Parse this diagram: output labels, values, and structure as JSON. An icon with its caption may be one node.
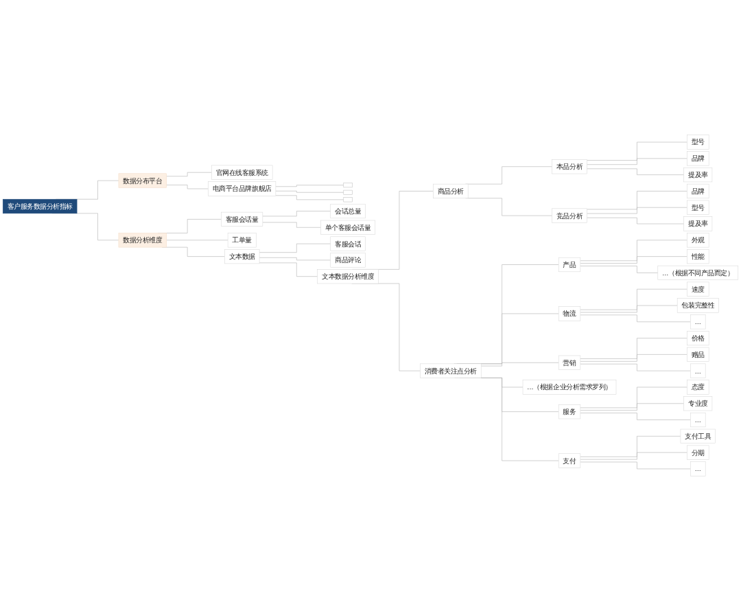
{
  "diagram": {
    "nodes": [
      {
        "text": [
          "客户服务数据分析指标"
        ]
      },
      {
        "text": [
          "数据分布平台"
        ]
      },
      {
        "text": [
          "官网在线客服系统"
        ]
      },
      {
        "text": [
          "电商平台品牌旗舰店"
        ]
      },
      {
        "text": [],
        "shape": "bar"
      },
      {
        "text": [],
        "shape": "bar"
      },
      {
        "text": [],
        "shape": "bar"
      },
      {
        "text": [
          "数据分析维度"
        ]
      },
      {
        "text": [
          "客服会话量"
        ]
      },
      {
        "text": [
          "会话总量"
        ]
      },
      {
        "text": [
          "单个客服会话量"
        ]
      },
      {
        "text": [
          "工单量"
        ]
      },
      {
        "text": [
          "文本数据"
        ]
      },
      {
        "text": [
          "客服会话"
        ]
      },
      {
        "text": [
          "商品评论"
        ]
      },
      {
        "text": [
          "文本数据分析维度"
        ]
      },
      {
        "text": [
          "商品分析"
        ]
      },
      {
        "text": [
          "本品分析"
        ]
      },
      {
        "text": [
          "型号"
        ]
      },
      {
        "text": [
          "品牌"
        ]
      },
      {
        "text": [
          "提及率"
        ]
      },
      {
        "text": [
          "竞品分析"
        ]
      },
      {
        "text": [
          "品牌"
        ]
      },
      {
        "text": [
          "型号"
        ]
      },
      {
        "text": [
          "提及率"
        ]
      },
      {
        "text": [
          "消费者关注点分析"
        ]
      },
      {
        "text": [
          "产品"
        ]
      },
      {
        "text": [
          "外观"
        ]
      },
      {
        "text": [
          "性能"
        ]
      },
      {
        "text": [
          "...（根据不同产品而定）"
        ]
      },
      {
        "text": [
          "物流"
        ]
      },
      {
        "text": [
          "速度"
        ]
      },
      {
        "text": [
          "包装完整性"
        ]
      },
      {
        "text": [
          "..."
        ]
      },
      {
        "text": [
          "营销"
        ]
      },
      {
        "text": [
          "价格"
        ]
      },
      {
        "text": [
          "赠品"
        ]
      },
      {
        "text": [
          "..."
        ]
      },
      {
        "text": [
          "服务"
        ]
      },
      {
        "text": [
          "态度"
        ]
      },
      {
        "text": [
          "专业度"
        ]
      },
      {
        "text": [
          "..."
        ]
      },
      {
        "text": [
          "支付"
        ]
      },
      {
        "text": [
          "支付工具"
        ]
      },
      {
        "text": [
          "分期"
        ]
      },
      {
        "text": [
          "..."
        ]
      },
      {
        "text": [
          "...（根据企业分析需求罗列）"
        ]
      }
    ],
    "edges": [
      {
        "from": 0,
        "to": 1,
        "arrow": "none"
      },
      {
        "from": 1,
        "to": 2,
        "arrow": "none"
      },
      {
        "from": 1,
        "to": 3,
        "arrow": "none"
      },
      {
        "from": 3,
        "to": 4,
        "arrow": "none"
      },
      {
        "from": 3,
        "to": 5,
        "arrow": "none"
      },
      {
        "from": 3,
        "to": 6,
        "arrow": "none"
      },
      {
        "from": 0,
        "to": 7,
        "arrow": "none"
      },
      {
        "from": 7,
        "to": 8,
        "arrow": "none"
      },
      {
        "from": 8,
        "to": 9,
        "arrow": "none"
      },
      {
        "from": 8,
        "to": 10,
        "arrow": "none"
      },
      {
        "from": 7,
        "to": 11,
        "arrow": "none"
      },
      {
        "from": 7,
        "to": 12,
        "arrow": "none"
      },
      {
        "from": 12,
        "to": 13,
        "arrow": "none"
      },
      {
        "from": 12,
        "to": 14,
        "arrow": "none"
      },
      {
        "from": 12,
        "to": 15,
        "arrow": "none"
      },
      {
        "from": 15,
        "to": 16,
        "arrow": "none"
      },
      {
        "from": 16,
        "to": 17,
        "arrow": "none"
      },
      {
        "from": 17,
        "to": 18,
        "arrow": "none"
      },
      {
        "from": 17,
        "to": 19,
        "arrow": "none"
      },
      {
        "from": 17,
        "to": 20,
        "arrow": "none"
      },
      {
        "from": 16,
        "to": 21,
        "arrow": "none"
      },
      {
        "from": 21,
        "to": 22,
        "arrow": "none"
      },
      {
        "from": 21,
        "to": 23,
        "arrow": "none"
      },
      {
        "from": 21,
        "to": 24,
        "arrow": "none"
      },
      {
        "from": 15,
        "to": 25,
        "arrow": "none"
      },
      {
        "from": 25,
        "to": 26,
        "arrow": "none"
      },
      {
        "from": 26,
        "to": 27,
        "arrow": "none"
      },
      {
        "from": 26,
        "to": 28,
        "arrow": "none"
      },
      {
        "from": 26,
        "to": 29,
        "arrow": "none"
      },
      {
        "from": 25,
        "to": 30,
        "arrow": "none"
      },
      {
        "from": 30,
        "to": 31,
        "arrow": "none"
      },
      {
        "from": 30,
        "to": 32,
        "arrow": "none"
      },
      {
        "from": 30,
        "to": 33,
        "arrow": "none"
      },
      {
        "from": 25,
        "to": 34,
        "arrow": "none"
      },
      {
        "from": 34,
        "to": 35,
        "arrow": "none"
      },
      {
        "from": 34,
        "to": 36,
        "arrow": "none"
      },
      {
        "from": 34,
        "to": 37,
        "arrow": "none"
      },
      {
        "from": 25,
        "to": 38,
        "arrow": "none"
      },
      {
        "from": 38,
        "to": 39,
        "arrow": "none"
      },
      {
        "from": 38,
        "to": 40,
        "arrow": "none"
      },
      {
        "from": 38,
        "to": 41,
        "arrow": "none"
      },
      {
        "from": 25,
        "to": 42,
        "arrow": "none"
      },
      {
        "from": 42,
        "to": 43,
        "arrow": "none"
      },
      {
        "from": 42,
        "to": 44,
        "arrow": "none"
      },
      {
        "from": 42,
        "to": 45,
        "arrow": "none"
      },
      {
        "from": 25,
        "to": 46,
        "arrow": "none"
      }
    ]
  }
}
